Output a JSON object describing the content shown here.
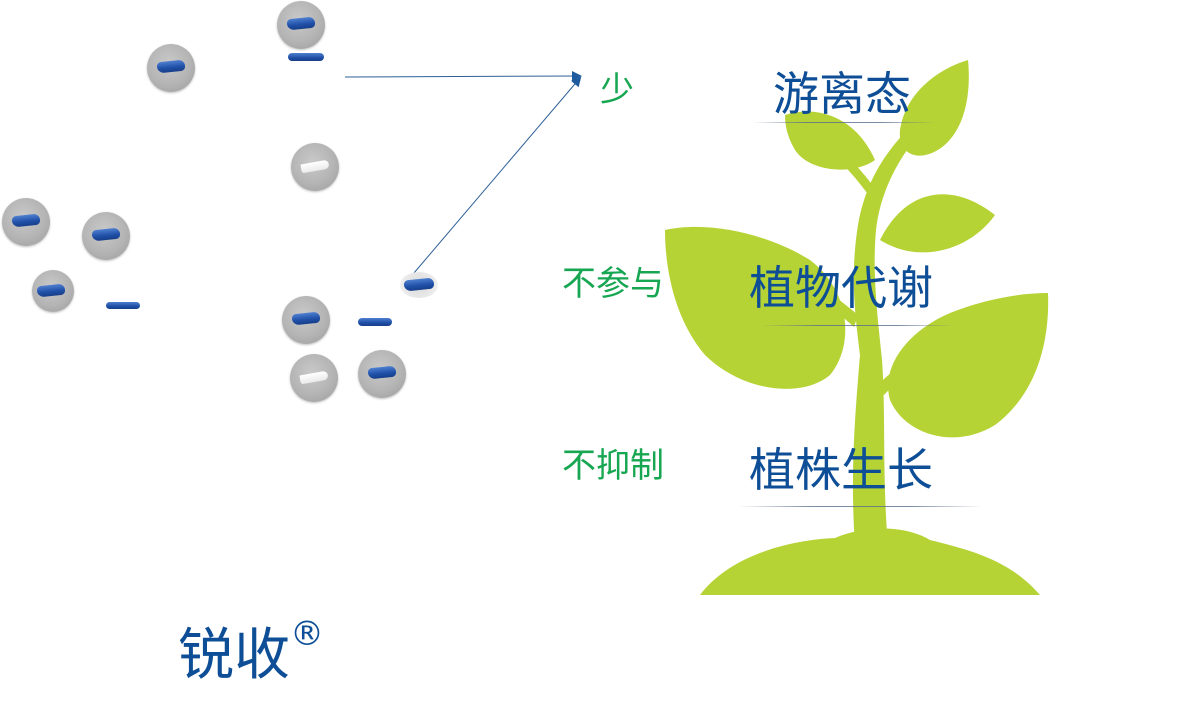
{
  "labels": {
    "few": "少",
    "free_state": "游离态",
    "not_participate": "不参与",
    "metabolism": "植物代谢",
    "not_inhibit": "不抑制",
    "growth": "植株生长",
    "brand": "锐收",
    "registered_mark": "®"
  },
  "colors": {
    "green_text": "#17a651",
    "blue_text": "#0d4e96",
    "plant": "#b6d335",
    "molecule": "#1f4fa6",
    "particle": "#b4b4b4"
  },
  "icons": {
    "plant": "plant-silhouette-icon",
    "particle": "coated-particle-icon",
    "molecule": "molecule-icon"
  }
}
